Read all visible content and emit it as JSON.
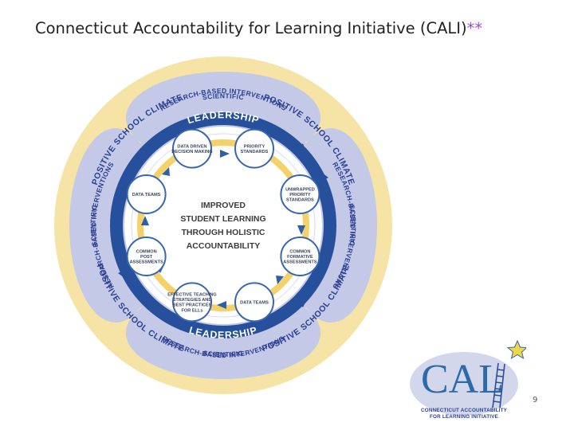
{
  "slide": {
    "title": "Connecticut Accountability for Learning Initiative (CALI)",
    "title_suffix": "**",
    "page_number": "9"
  },
  "diagram": {
    "colors": {
      "outer_ring": "#f6e4a6",
      "petal": "#c3c9e6",
      "leadership_band": "#264f9c",
      "inner_cycle": "#f3d26a",
      "node_fill": "#ffffff",
      "node_stroke": "#3867b0",
      "text": "#2b3f93"
    },
    "positive_school_climate": [
      "POSITIVE SCHOOL CLIMATE",
      "POSITIVE SCHOOL CLIMATE",
      "POSITIVE SCHOOL CLIMATE",
      "POSITIVE SCHOOL CLIMATE"
    ],
    "interventions_top": {
      "line1": "SCIENTIFIC",
      "line2": "RESEARCH-BASED INTERVENTIONS"
    },
    "interventions_bottom": {
      "line1": "SCIENTIFIC",
      "line2": "RESEARCH-BASED INTERVENTIONS"
    },
    "interventions_left": {
      "line1": "SCIENTIFIC",
      "line2": "RESEARCH-BASED INTERVENTIONS"
    },
    "interventions_right": {
      "line1": "SCIENTIFIC",
      "line2": "RESEARCH-BASED INTERVENTIONS"
    },
    "leadership_top": "LEADERSHIP",
    "leadership_bottom": "LEADERSHIP",
    "center": {
      "line1": "IMPROVED",
      "line2": "STUDENT LEARNING",
      "line3": "THROUGH HOLISTIC",
      "line4": "ACCOUNTABILITY"
    },
    "nodes": [
      {
        "name": "data-driven-decision-making",
        "lines": [
          "DATA DRIVEN",
          "DECISION MAKING"
        ]
      },
      {
        "name": "priority-standards",
        "lines": [
          "PRIORITY",
          "STANDARDS"
        ]
      },
      {
        "name": "unwrapped-priority-standards",
        "lines": [
          "UNWRAPPED",
          "PRIORITY",
          "STANDARDS"
        ]
      },
      {
        "name": "common-formative-assessments",
        "lines": [
          "COMMON",
          "FORMATIVE",
          "ASSESSMENTS"
        ]
      },
      {
        "name": "data-teams-lower",
        "lines": [
          "DATA TEAMS"
        ]
      },
      {
        "name": "effective-teaching-strategies",
        "lines": [
          "EFFECTIVE TEACHING",
          "STRATEGIES AND",
          "BEST PRACTICES",
          "FOR ELLs"
        ]
      },
      {
        "name": "common-post-assessments",
        "lines": [
          "COMMON",
          "POST",
          "ASSESSMENTS"
        ]
      },
      {
        "name": "data-teams-upper",
        "lines": [
          "DATA TEAMS"
        ]
      }
    ]
  },
  "logo": {
    "word": "CAL",
    "subtitle_line1": "CONNECTICUT ACCOUNTABILITY",
    "subtitle_line2": "FOR LEARNING INITIATIVE",
    "colors": {
      "oval": "#d2d7ec",
      "star": "#f2d64a",
      "word": "#2e6aa8"
    }
  }
}
